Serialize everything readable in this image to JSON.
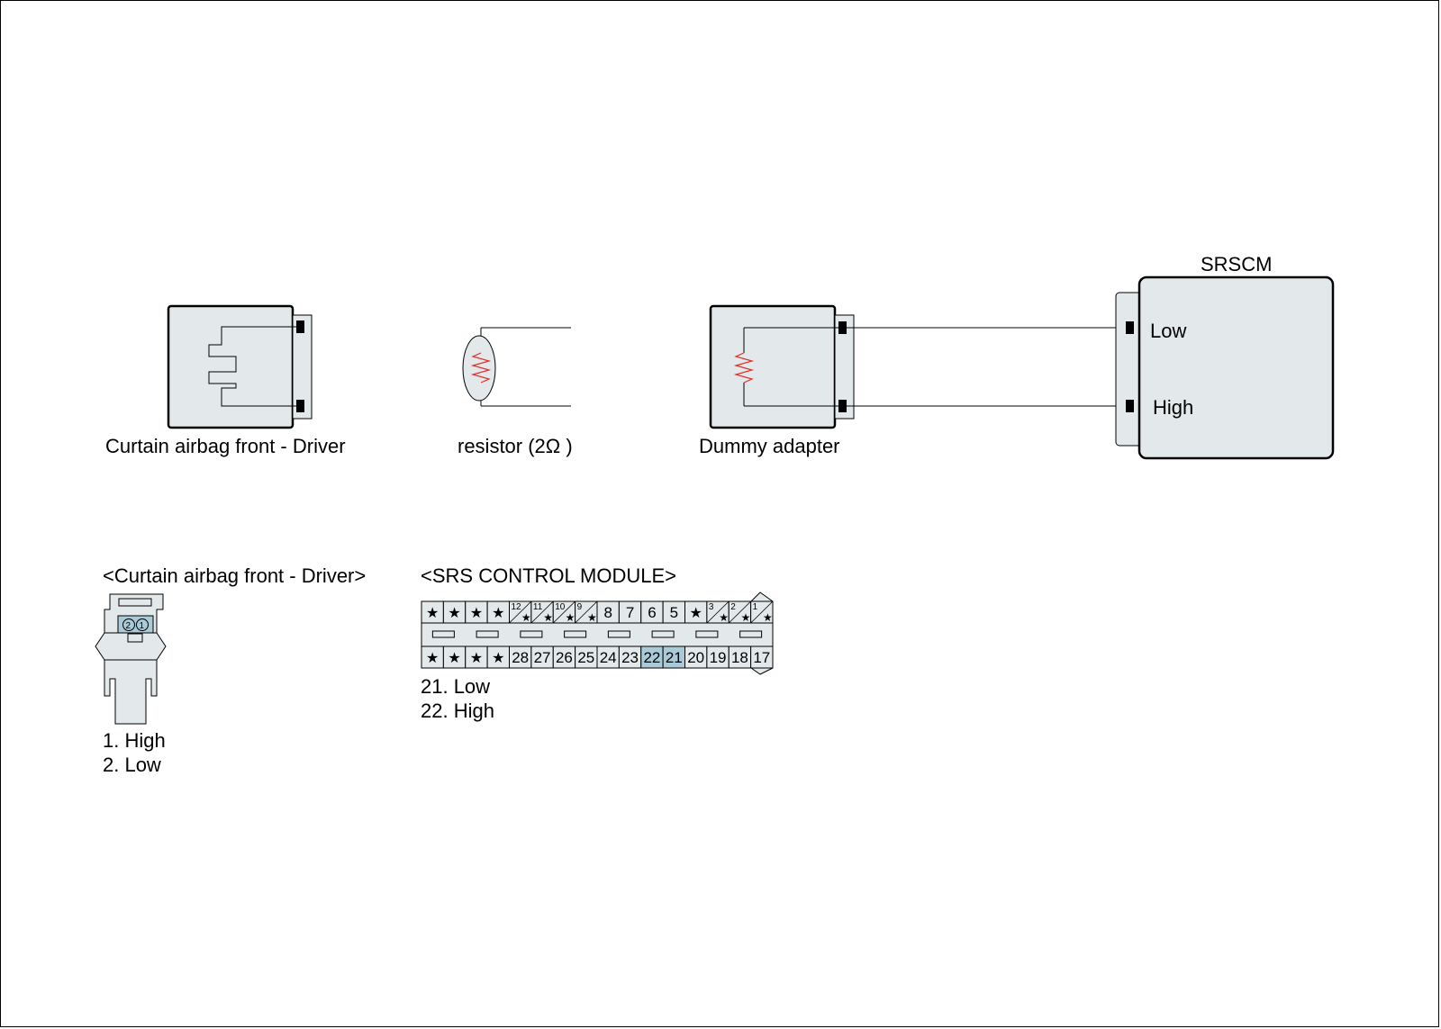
{
  "components": {
    "curtain_airbag": {
      "label": "Curtain airbag front - Driver"
    },
    "resistor": {
      "label": "resistor (2Ω )"
    },
    "dummy_adapter": {
      "label": "Dummy adapter"
    },
    "srscm": {
      "title": "SRSCM",
      "pin_low": "Low",
      "pin_high": "High"
    }
  },
  "connector_views": {
    "curtain_airbag": {
      "title": "<Curtain airbag front - Driver>",
      "pins": [
        "1",
        "2"
      ],
      "legend": [
        "1. High",
        "2. Low"
      ]
    },
    "srs_module": {
      "title": "<SRS CONTROL MODULE>",
      "top_row": [
        "*",
        "*",
        "*",
        "*",
        "12",
        "11",
        "10",
        "9",
        "8",
        "7",
        "6",
        "5",
        "*",
        "3",
        "2",
        "1"
      ],
      "bottom_row": [
        "*",
        "*",
        "*",
        "*",
        "28",
        "27",
        "26",
        "25",
        "24",
        "23",
        "22",
        "21",
        "20",
        "19",
        "18",
        "17"
      ],
      "highlighted_pins": [
        "22",
        "21"
      ],
      "legend": [
        "21. Low",
        "22. High"
      ]
    }
  },
  "colors": {
    "resistor": "#e0302a",
    "connector_body": "#e3e8ea",
    "highlight_pin": "#a9cad6",
    "line": "#000000"
  }
}
